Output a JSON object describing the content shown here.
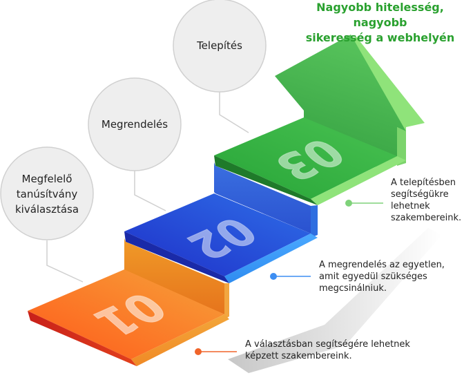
{
  "headline": {
    "line1": "Nagyobb hitelesség, nagyobb",
    "line2": "sikeresség a webhelyén"
  },
  "steps": [
    {
      "number": "01",
      "circle_lines": [
        "Megfelelő",
        "tanúsítvány",
        "kiválasztása"
      ],
      "description_lines": [
        "A választásban segítségére lehetnek",
        "képzett szakembereink."
      ],
      "color": "#f05a1e"
    },
    {
      "number": "02",
      "circle_lines": [
        "Megrendelés"
      ],
      "description_lines": [
        "A megrendelés az egyetlen,",
        "amit egyedül szükséges",
        "megcsinálniuk."
      ],
      "color": "#2a4fd6"
    },
    {
      "number": "03",
      "circle_lines": [
        "Telepítés"
      ],
      "description_lines": [
        "A telepítésben",
        "segítségükre",
        "lehetnek",
        "szakembereink."
      ],
      "color": "#2aa12f"
    }
  ],
  "colors": {
    "green_arrow": "#3fae4a",
    "green_light": "#8ee07a",
    "circle_fill": "#eeeeee",
    "circle_stroke": "#d0d0d0"
  }
}
